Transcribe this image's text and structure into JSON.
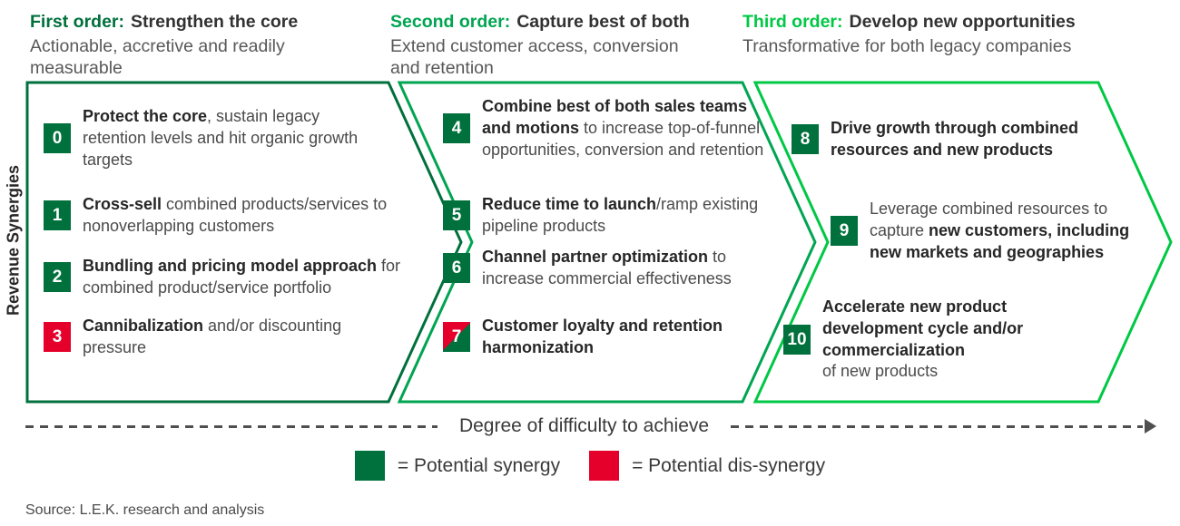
{
  "colors": {
    "first_order": "#00703c",
    "second_order": "#00a551",
    "third_order": "#00c845",
    "synergy_green": "#00703c",
    "dis_synergy_red": "#e4002b"
  },
  "axis_label": "Revenue Synergies",
  "headers": [
    {
      "order_label": "First order:",
      "title": "Strengthen the core",
      "subtitle": "Actionable, accretive and readily measurable"
    },
    {
      "order_label": "Second order:",
      "title": "Capture best of both",
      "subtitle": "Extend customer access, conversion and retention"
    },
    {
      "order_label": "Third order:",
      "title": "Develop new opportunities",
      "subtitle": "Transformative for both legacy companies"
    }
  ],
  "items": [
    {
      "number": "0",
      "badge": "green",
      "segments": [
        {
          "text": "Protect the core",
          "bold": true
        },
        {
          "text": ", sustain legacy retention levels and hit organic growth targets",
          "bold": false
        }
      ]
    },
    {
      "number": "1",
      "badge": "green",
      "segments": [
        {
          "text": "Cross-sell",
          "bold": true
        },
        {
          "text": " combined products/services to nonoverlapping customers",
          "bold": false
        }
      ]
    },
    {
      "number": "2",
      "badge": "green",
      "segments": [
        {
          "text": "Bundling and pricing model approach",
          "bold": true
        },
        {
          "text": " for combined product/service portfolio",
          "bold": false
        }
      ]
    },
    {
      "number": "3",
      "badge": "red",
      "segments": [
        {
          "text": "Cannibalization",
          "bold": true
        },
        {
          "text": " and/or discounting pressure",
          "bold": false
        }
      ]
    },
    {
      "number": "4",
      "badge": "green",
      "segments": [
        {
          "text": "Combine best of both sales teams and motions",
          "bold": true
        },
        {
          "text": " to increase top-of-funnel opportunities, conversion and retention",
          "bold": false
        }
      ]
    },
    {
      "number": "5",
      "badge": "green",
      "segments": [
        {
          "text": "Reduce time to launch",
          "bold": true
        },
        {
          "text": "/ramp existing pipeline products",
          "bold": false
        }
      ]
    },
    {
      "number": "6",
      "badge": "green",
      "segments": [
        {
          "text": "Channel partner optimization",
          "bold": true
        },
        {
          "text": " to increase commercial effectiveness",
          "bold": false
        }
      ]
    },
    {
      "number": "7",
      "badge": "split",
      "segments": [
        {
          "text": "Customer loyalty and retention harmonization",
          "bold": true
        }
      ]
    },
    {
      "number": "8",
      "badge": "green",
      "segments": [
        {
          "text": "Drive growth through combined resources and new products",
          "bold": true
        }
      ]
    },
    {
      "number": "9",
      "badge": "green",
      "segments": [
        {
          "text": "Leverage combined resources to capture ",
          "bold": false
        },
        {
          "text": "new customers, including new markets and geographies",
          "bold": true
        }
      ]
    },
    {
      "number": "10",
      "badge": "green",
      "segments": [
        {
          "text": "Accelerate new product development cycle and/or commercialization",
          "bold": true
        },
        {
          "br": true
        },
        {
          "text": "of new products",
          "bold": false
        }
      ]
    }
  ],
  "difficulty_axis": {
    "label": "Degree of difficulty to achieve"
  },
  "legend": [
    {
      "swatch": "green",
      "label": "= Potential synergy"
    },
    {
      "swatch": "red",
      "label": "= Potential dis-synergy"
    }
  ],
  "source": "Source: L.E.K. research and analysis"
}
